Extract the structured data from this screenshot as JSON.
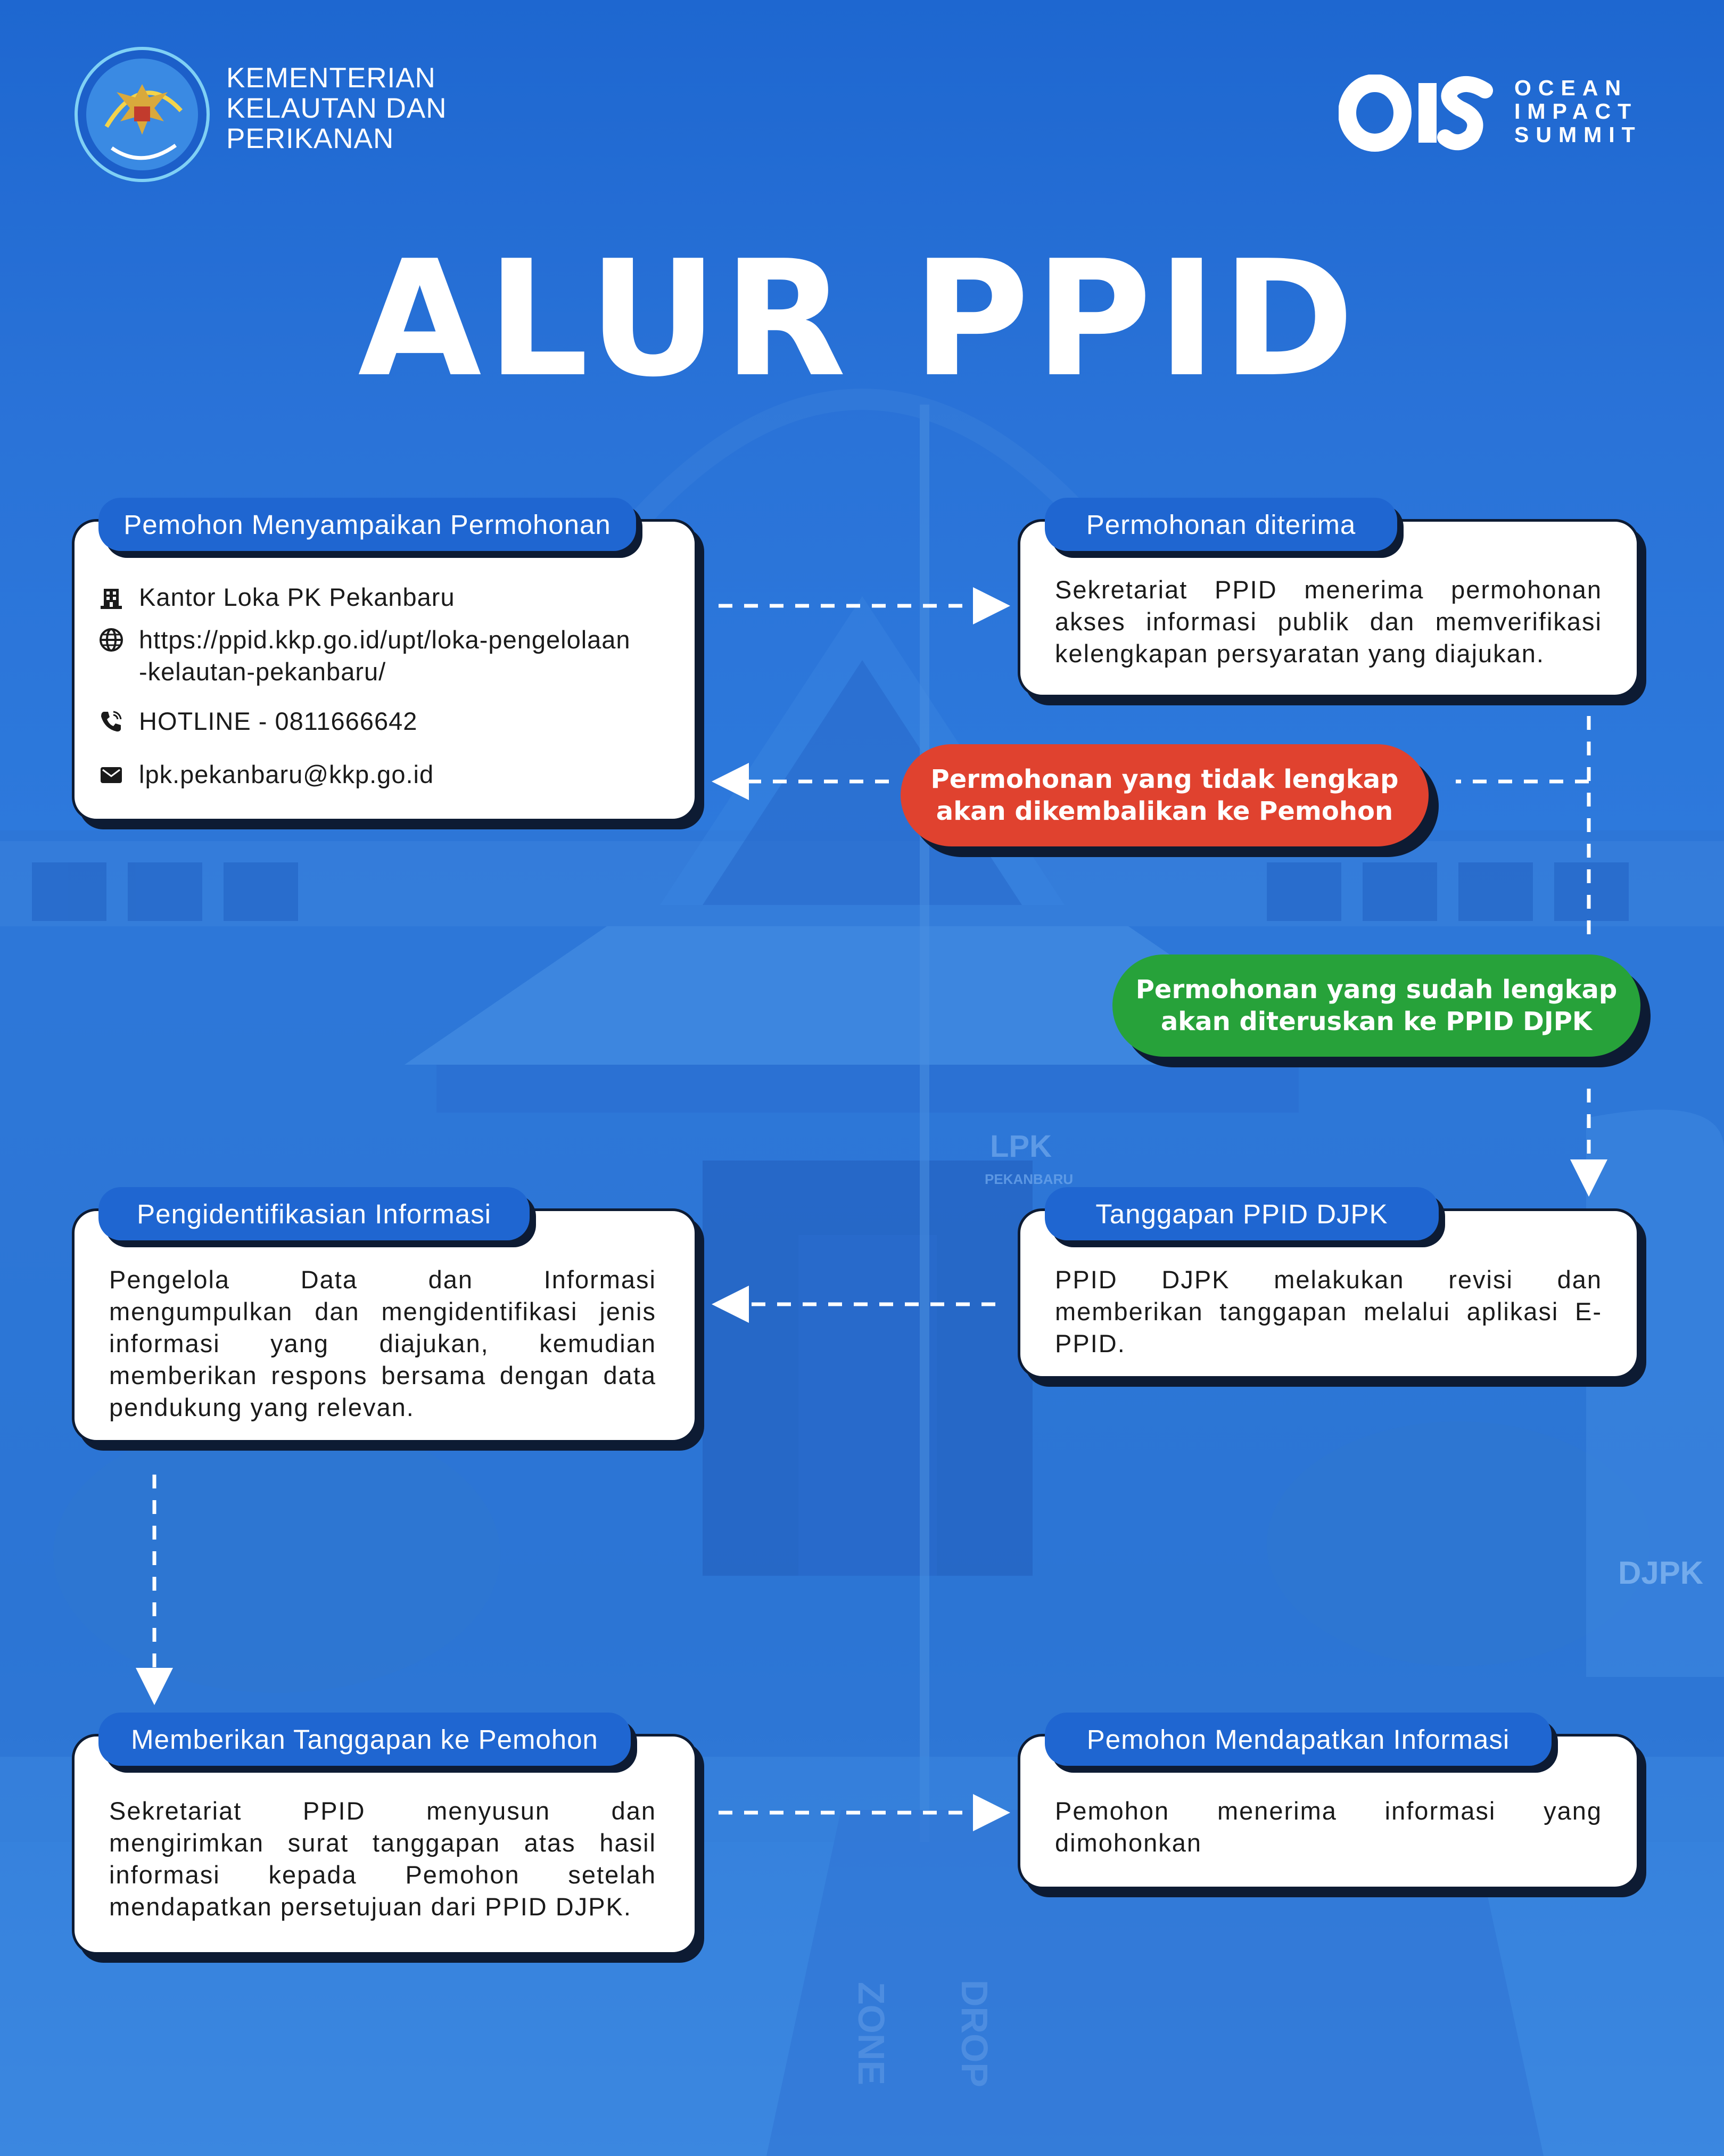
{
  "header": {
    "ministry_name": [
      "KEMENTERIAN",
      "KELAUTAN DAN",
      "PERIKANAN"
    ],
    "ois_mark": "OIS",
    "ois_words": [
      "OCEAN",
      "IMPACT",
      "SUMMIT"
    ]
  },
  "title": "ALUR PPID",
  "steps": {
    "submit": {
      "label": "Pemohon Menyampaikan Permohonan",
      "contacts": [
        {
          "icon": "office-building-icon",
          "text": "Kantor Loka PK Pekanbaru"
        },
        {
          "icon": "globe-icon",
          "text": "https://ppid.kkp.go.id/upt/loka-pengelolaan",
          "text2": "-kelautan-pekanbaru/"
        },
        {
          "icon": "phone-icon",
          "text": "HOTLINE - 0811666642"
        },
        {
          "icon": "mail-icon",
          "text": "lpk.pekanbaru@kkp.go.id"
        }
      ]
    },
    "received": {
      "label": "Permohonan diterima",
      "text": "Sekretariat PPID menerima permohonan akses informasi publik dan memverifikasi kelengkapan persyaratan yang diajukan."
    },
    "incomplete": {
      "line1": "Permohonan yang tidak lengkap",
      "line2": "akan dikembalikan ke Pemohon",
      "color": "#e0422f"
    },
    "complete": {
      "line1": "Permohonan yang sudah lengkap",
      "line2": "akan diteruskan ke PPID DJPK",
      "color": "#27a23a"
    },
    "response_djpk": {
      "label": "Tanggapan PPID DJPK",
      "text": "PPID DJPK melakukan revisi dan memberikan tanggapan melalui aplikasi E-PPID."
    },
    "identify": {
      "label": "Pengidentifikasian Informasi",
      "text": "Pengelola Data dan Informasi mengumpulkan dan mengidentifikasi jenis informasi yang diajukan, kemudian memberikan respons bersama dengan data pendukung yang relevan."
    },
    "reply": {
      "label": "Memberikan Tanggapan ke Pemohon",
      "text": "Sekretariat PPID menyusun dan mengirimkan surat tanggapan atas hasil informasi kepada Pemohon setelah mendapatkan persetujuan dari PPID DJPK."
    },
    "obtain": {
      "label": "Pemohon Mendapatkan Informasi",
      "text": "Pemohon menerima informasi yang dimohonkan"
    }
  },
  "background_signage": [
    "LPK",
    "PEKANBARU",
    "DJPK",
    "DROP",
    "ZONE"
  ],
  "colors": {
    "background": "#2a73d8",
    "tag": "#1f66d1",
    "card": "#ffffff",
    "outline": "#0d1b33",
    "arrow": "#ffffff"
  }
}
